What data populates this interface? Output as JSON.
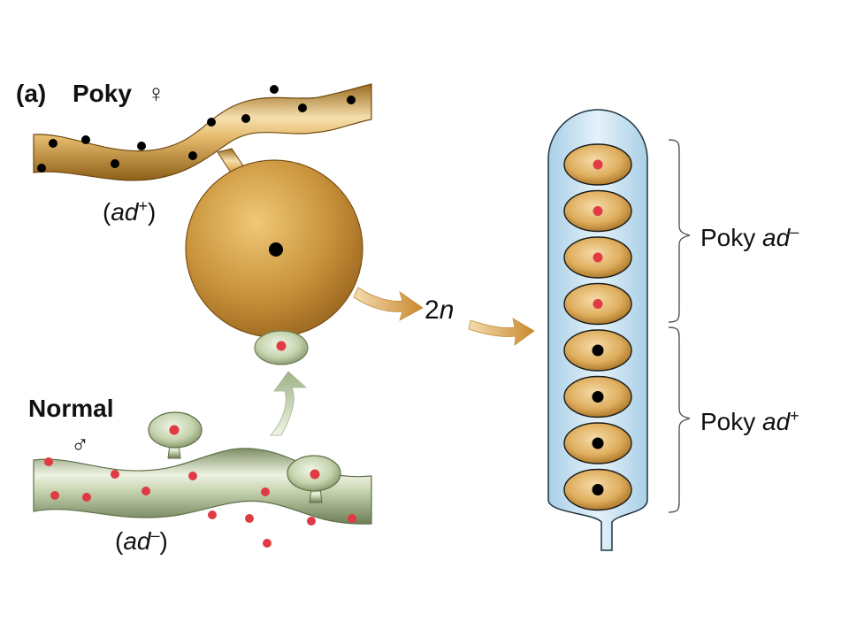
{
  "panel_label": "(a)",
  "female": {
    "strain": "Poky",
    "sex_symbol": "♀",
    "genotype_open": "(",
    "genotype_gene": "ad",
    "genotype_allele": "+",
    "genotype_close": ")"
  },
  "male": {
    "strain": "Normal",
    "sex_symbol": "♂",
    "genotype_open": "(",
    "genotype_gene": "ad",
    "genotype_allele": "–",
    "genotype_close": ")"
  },
  "zygote": {
    "ploidy_num": "2",
    "ploidy_letter": "n"
  },
  "ascus_groups": [
    {
      "strain": "Poky",
      "gene": "ad",
      "allele": "–"
    },
    {
      "strain": "Poky",
      "gene": "ad",
      "allele": "+"
    }
  ],
  "colors": {
    "poky": "#c8923a",
    "normal": "#b8c8a0",
    "red_nucleus": "#e03a45",
    "black_nucleus": "#000000",
    "ascus_wall": "#c8e2f0",
    "arrow": "#d9a45a"
  }
}
